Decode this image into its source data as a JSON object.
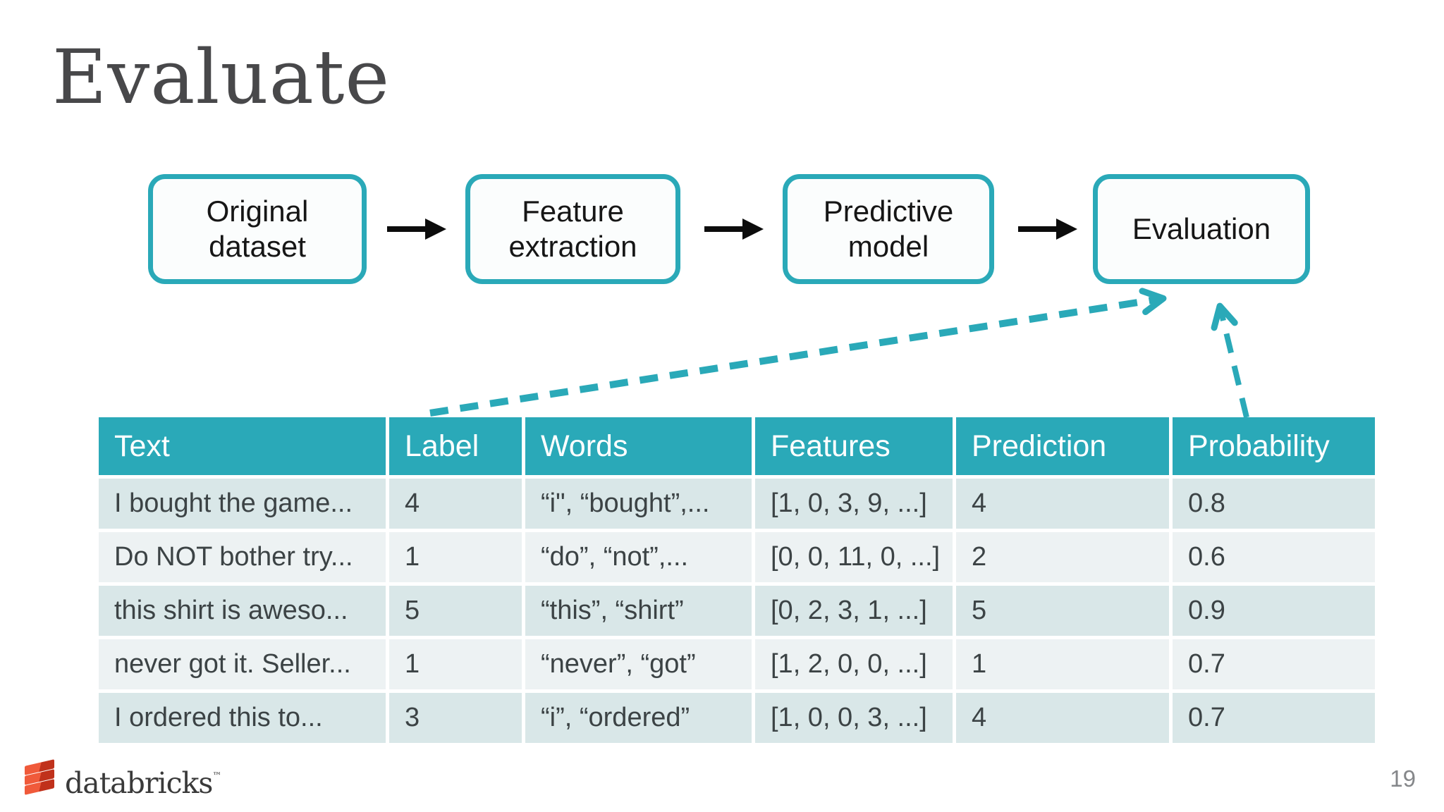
{
  "slide": {
    "title": "Evaluate"
  },
  "flow": {
    "steps": [
      {
        "label": "Original\ndataset"
      },
      {
        "label": "Feature\nextraction"
      },
      {
        "label": "Predictive\nmodel"
      },
      {
        "label": "Evaluation"
      }
    ]
  },
  "table": {
    "columns": [
      "Text",
      "Label",
      "Words",
      "Features",
      "Prediction",
      "Probability"
    ],
    "rows": [
      [
        "I bought the game...",
        "4",
        "“i\", “bought”,...",
        "[1, 0, 3, 9, ...]",
        "4",
        "0.8"
      ],
      [
        "Do NOT bother try...",
        "1",
        "“do”, “not”,...",
        "[0, 0, 11, 0, ...]",
        "2",
        "0.6"
      ],
      [
        "this shirt is aweso...",
        "5",
        "“this”, “shirt”",
        "[0, 2, 3, 1, ...]",
        "5",
        "0.9"
      ],
      [
        "never got it.  Seller...",
        "1",
        "“never”, “got”",
        "[1, 2, 0, 0, ...]",
        "1",
        "0.7"
      ],
      [
        "I ordered this to...",
        "3",
        "“i”, “ordered”",
        "[1, 0, 0, 3, ...]",
        "4",
        "0.7"
      ]
    ]
  },
  "footer": {
    "logo_text": "databricks",
    "logo_tm": "™",
    "page_number": "19"
  },
  "colors": {
    "accent_teal": "#2aa9b8",
    "row_odd": "#d9e7e8",
    "row_even": "#edf2f3",
    "box_fill": "#fbfdfd",
    "title_gray": "#48484a",
    "logo_red": "#e8432b",
    "page_number_gray": "#85878a"
  }
}
